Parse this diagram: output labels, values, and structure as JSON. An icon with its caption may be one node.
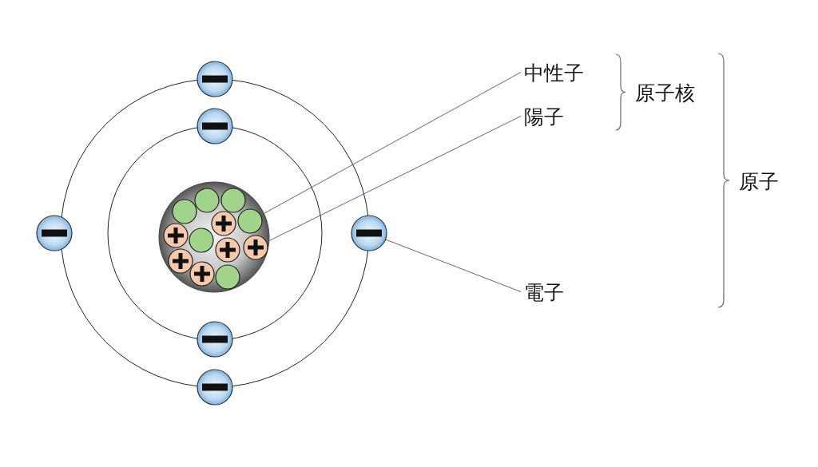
{
  "diagram": {
    "nodes": [
      {
        "text": [
          "中性子"
        ]
      },
      {
        "text": [
          "陽子"
        ]
      },
      {
        "text": [
          "電子"
        ]
      },
      {
        "text": [],
        "shape": "circle"
      },
      {
        "text": [],
        "shape": "circle"
      },
      {
        "text": [],
        "shape": "circle"
      }
    ],
    "edges": [
      {
        "from": 0,
        "to": 3,
        "arrow": "none"
      },
      {
        "from": 1,
        "to": 4,
        "arrow": "none"
      },
      {
        "from": 2,
        "to": 5,
        "arrow": "none"
      }
    ],
    "labels": [
      "原子核",
      "原子"
    ]
  }
}
